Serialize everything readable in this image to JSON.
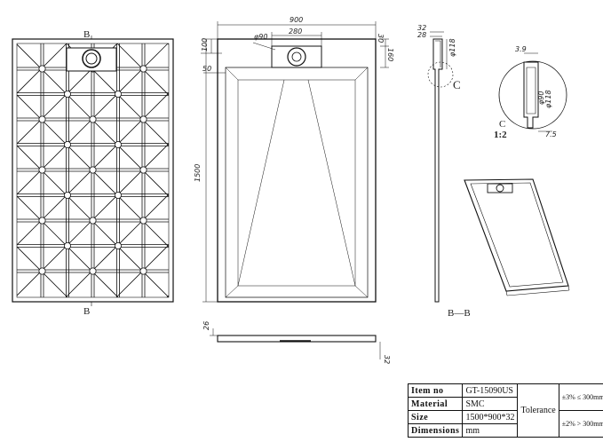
{
  "title_block": {
    "item_no": {
      "label": "Item no",
      "value": "GT-15090US"
    },
    "material": {
      "label": "Material",
      "value": "SMC"
    },
    "size": {
      "label": "Size",
      "value": "1500*900*32"
    },
    "dimensions": {
      "label": "Dimensions",
      "value": "mm"
    },
    "tolerance": {
      "label": "Tolerance",
      "plus3": "±3% ≤ 300mm",
      "plus2": "±2% > 300mm"
    }
  },
  "labels": {
    "section_b_top": "B",
    "section_b_bottom": "B",
    "detail_c": "C",
    "detail_c_ref": "C",
    "detail_scale": "1:2",
    "section_bb": "B—B"
  },
  "dimensions": {
    "width": "900",
    "drain_width": "280",
    "drain_diameter": "φ90",
    "offset_30": "30",
    "offset_100": "100",
    "offset_160": "160",
    "offset_50": "50",
    "length": "1500",
    "thickness_side": "26",
    "thickness_total": "32",
    "section_32": "32",
    "section_28": "28",
    "section_phi118": "φ118",
    "detail_3_9": "3.9",
    "detail_phi90": "φ90",
    "detail_phi118": "φ118",
    "detail_7_5": "7.5"
  }
}
